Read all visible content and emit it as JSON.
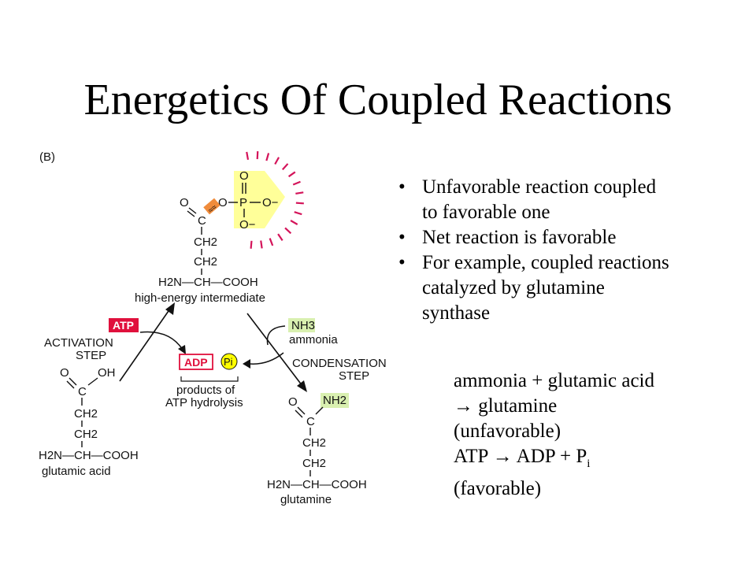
{
  "title": "Energetics Of Coupled Reactions",
  "figure": {
    "panel_label": "(B)",
    "high_energy_intermediate": {
      "atoms": {
        "O_top": "O",
        "O_carbonyl": "O",
        "C": "C",
        "O_bridge": "O",
        "P": "P",
        "O_minus_right": "O−",
        "O_minus_bottom": "O−",
        "bond_symbol": "≈≈"
      },
      "chain": [
        "CH2",
        "CH2"
      ],
      "base": "H2N—CH—COOH",
      "caption": "high-energy intermediate"
    },
    "atp_tag": "ATP",
    "activation_step": [
      "ACTIVATION",
      "STEP"
    ],
    "adp_tag": "ADP",
    "pi_tag": "Pi",
    "products_caption": [
      "products of",
      "ATP hydrolysis"
    ],
    "nh3_tag": "NH3",
    "ammonia_caption": "ammonia",
    "condensation_step": [
      "CONDENSATION",
      "STEP"
    ],
    "glutamic_acid": {
      "atoms": {
        "O": "O",
        "OH": "OH",
        "C": "C"
      },
      "chain": [
        "CH2",
        "CH2"
      ],
      "base": "H2N—CH—COOH",
      "caption": "glutamic acid"
    },
    "glutamine": {
      "atoms": {
        "O": "O",
        "NH2": "NH2",
        "C": "C"
      },
      "chain": [
        "CH2",
        "CH2"
      ],
      "base": "H2N—CH—COOH",
      "caption": "glutamine"
    },
    "colors": {
      "atp_tag": "#e0103c",
      "adp_border": "#e0103c",
      "pi_circle": "#ffff00",
      "phosphate_highlight": "#ffff99",
      "nh3_highlight": "#d9f0b0",
      "starburst": "#d4145a"
    }
  },
  "bullets": [
    {
      "marker": "•",
      "lines": [
        "Unfavorable reaction coupled",
        "to favorable one"
      ]
    },
    {
      "marker": "•",
      "lines": [
        "Net reaction is favorable"
      ]
    },
    {
      "marker": "•",
      "lines": [
        "For example, coupled reactions",
        "catalyzed by glutamine",
        "synthase"
      ]
    }
  ],
  "equations": {
    "line1": "ammonia + glutamic acid",
    "line2": "→ glutamine",
    "line3": "(unfavorable)",
    "line4_main": "ATP → ADP + P",
    "line4_sub": "i",
    "line5": "(favorable)"
  }
}
